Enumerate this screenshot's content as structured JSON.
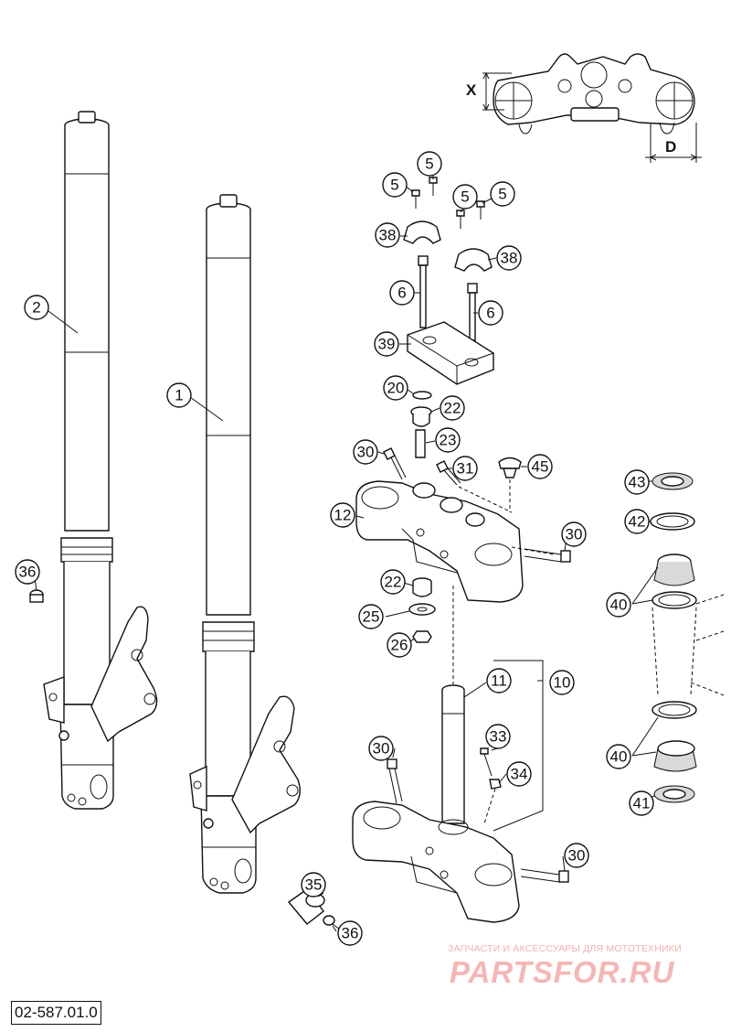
{
  "diagram": {
    "document_id": "02-587.01.0",
    "dimensions": {
      "x_label": "X",
      "d_label": "D"
    },
    "callouts": [
      {
        "id": "c-2",
        "text": "2"
      },
      {
        "id": "c-1",
        "text": "1"
      },
      {
        "id": "c-36a",
        "text": "36"
      },
      {
        "id": "c-5a",
        "text": "5"
      },
      {
        "id": "c-5b",
        "text": "5"
      },
      {
        "id": "c-5c",
        "text": "5"
      },
      {
        "id": "c-5d",
        "text": "5"
      },
      {
        "id": "c-38a",
        "text": "38"
      },
      {
        "id": "c-38b",
        "text": "38"
      },
      {
        "id": "c-6a",
        "text": "6"
      },
      {
        "id": "c-6b",
        "text": "6"
      },
      {
        "id": "c-39",
        "text": "39"
      },
      {
        "id": "c-20",
        "text": "20"
      },
      {
        "id": "c-22a",
        "text": "22"
      },
      {
        "id": "c-23",
        "text": "23"
      },
      {
        "id": "c-30a",
        "text": "30"
      },
      {
        "id": "c-31",
        "text": "31"
      },
      {
        "id": "c-45",
        "text": "45"
      },
      {
        "id": "c-12",
        "text": "12"
      },
      {
        "id": "c-30b",
        "text": "30"
      },
      {
        "id": "c-22b",
        "text": "22"
      },
      {
        "id": "c-25",
        "text": "25"
      },
      {
        "id": "c-26",
        "text": "26"
      },
      {
        "id": "c-11",
        "text": "11"
      },
      {
        "id": "c-10",
        "text": "10"
      },
      {
        "id": "c-30c",
        "text": "30"
      },
      {
        "id": "c-33",
        "text": "33"
      },
      {
        "id": "c-34",
        "text": "34"
      },
      {
        "id": "c-30d",
        "text": "30"
      },
      {
        "id": "c-35",
        "text": "35"
      },
      {
        "id": "c-36b",
        "text": "36"
      },
      {
        "id": "c-43",
        "text": "43"
      },
      {
        "id": "c-42",
        "text": "42"
      },
      {
        "id": "c-40a",
        "text": "40"
      },
      {
        "id": "c-40b",
        "text": "40"
      },
      {
        "id": "c-41",
        "text": "41"
      }
    ]
  },
  "watermark": {
    "caption": "ЗАПЧАСТИ И АКСЕССУАРЫ ДЛЯ МОТОТЕХНИКИ",
    "brand": "PARTSFOR.RU"
  },
  "colors": {
    "line": "#111111",
    "watermark": "#f2b0b0",
    "background": "#ffffff"
  }
}
